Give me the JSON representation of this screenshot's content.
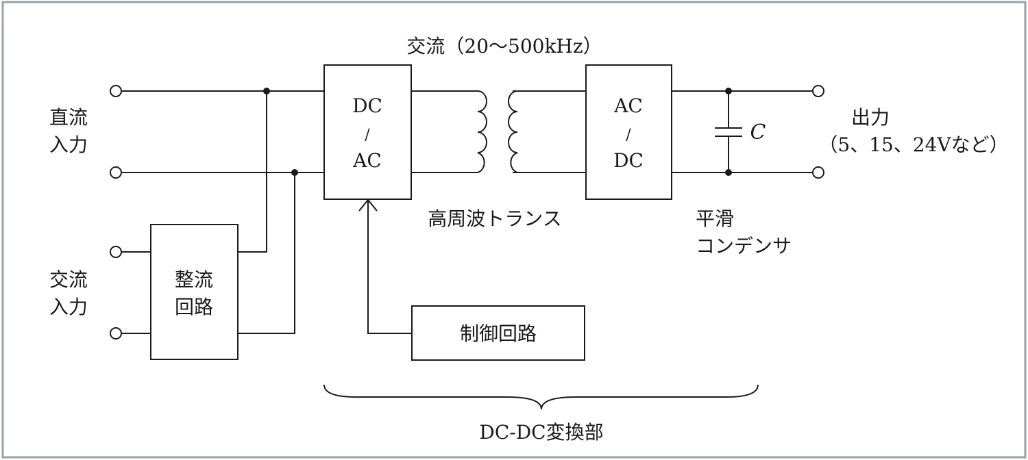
{
  "colors": {
    "line": "#1a1a1a",
    "frame": "#9aa0a8",
    "background": "#ffffff"
  },
  "labels": {
    "dc_input": [
      "直流",
      "入力"
    ],
    "ac_input": [
      "交流",
      "入力"
    ],
    "rectifier": [
      "整流",
      "回路"
    ],
    "dcac": [
      "DC",
      "/",
      "AC"
    ],
    "acdc": [
      "AC",
      "/",
      "DC"
    ],
    "ac_freq": "交流（20～500kHz）",
    "transformer": "高周波トランス",
    "control": "制御回路",
    "capacitor_symbol": "C",
    "smoothing_cap": [
      "平滑",
      "コンデンサ"
    ],
    "output": [
      "出力",
      "（5、15、24Vなど）"
    ],
    "dcdc_section": "DC-DC変換部"
  }
}
